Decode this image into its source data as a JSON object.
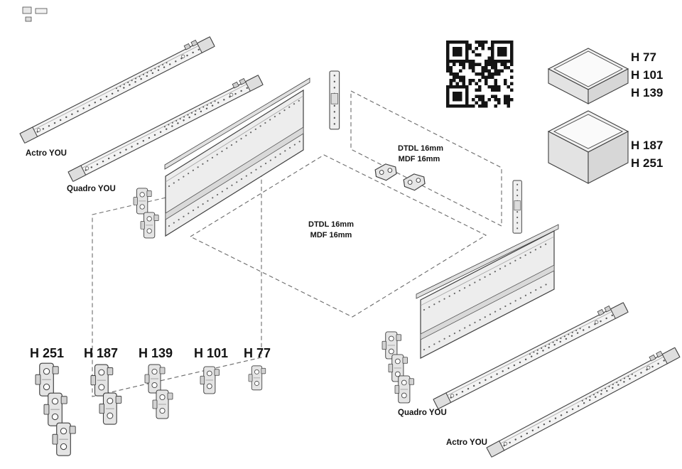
{
  "labels": {
    "slide_actro_left": "Actro YOU",
    "slide_quadro_left": "Quadro YOU",
    "slide_quadro_right": "Quadro YOU",
    "slide_actro_right": "Actro YOU"
  },
  "panel_center": {
    "line1": "DTDL 16mm",
    "line2": "MDF 16mm"
  },
  "panel_right": {
    "line1": "DTDL 16mm",
    "line2": "MDF 16mm"
  },
  "drawer_heights_shallow": [
    "H 77",
    "H 101",
    "H 139"
  ],
  "drawer_heights_deep": [
    "H 187",
    "H 251"
  ],
  "coupling_heights": [
    "H 251",
    "H 187",
    "H 139",
    "H 101",
    "H 77"
  ],
  "icons": {
    "qr": "qr-code"
  },
  "colors": {
    "line": "#3f3f3f",
    "fill_light": "#ededed",
    "dash": "#6b6b6b",
    "text": "#131313"
  }
}
